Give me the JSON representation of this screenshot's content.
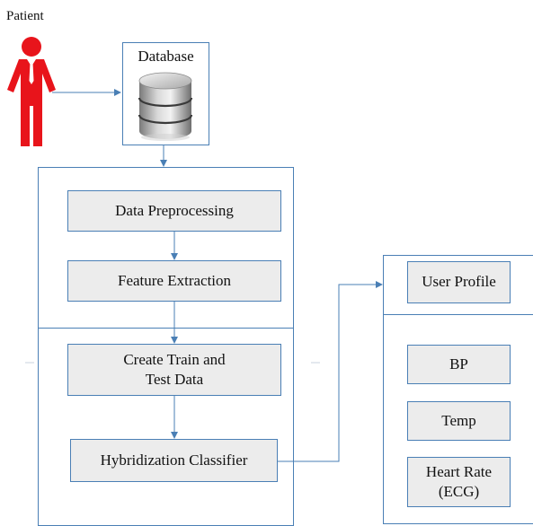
{
  "patient_label": "Patient",
  "database_label": "Database",
  "steps": {
    "preprocessing": "Data Preprocessing",
    "feature_extraction": "Feature Extraction",
    "create_train_test_line1": "Create Train and",
    "create_train_test_line2": "Test Data",
    "hybridization": "Hybridization Classifier"
  },
  "right_panel": {
    "user_profile": "User Profile",
    "bp": "BP",
    "temp": "Temp",
    "heart_rate_line1": "Heart Rate",
    "heart_rate_line2": "(ECG)"
  },
  "colors": {
    "line": "#4a7fb5",
    "box_fill": "#ececec",
    "patient": "#e8141b"
  },
  "icons": [
    "person-icon",
    "database-icon"
  ]
}
